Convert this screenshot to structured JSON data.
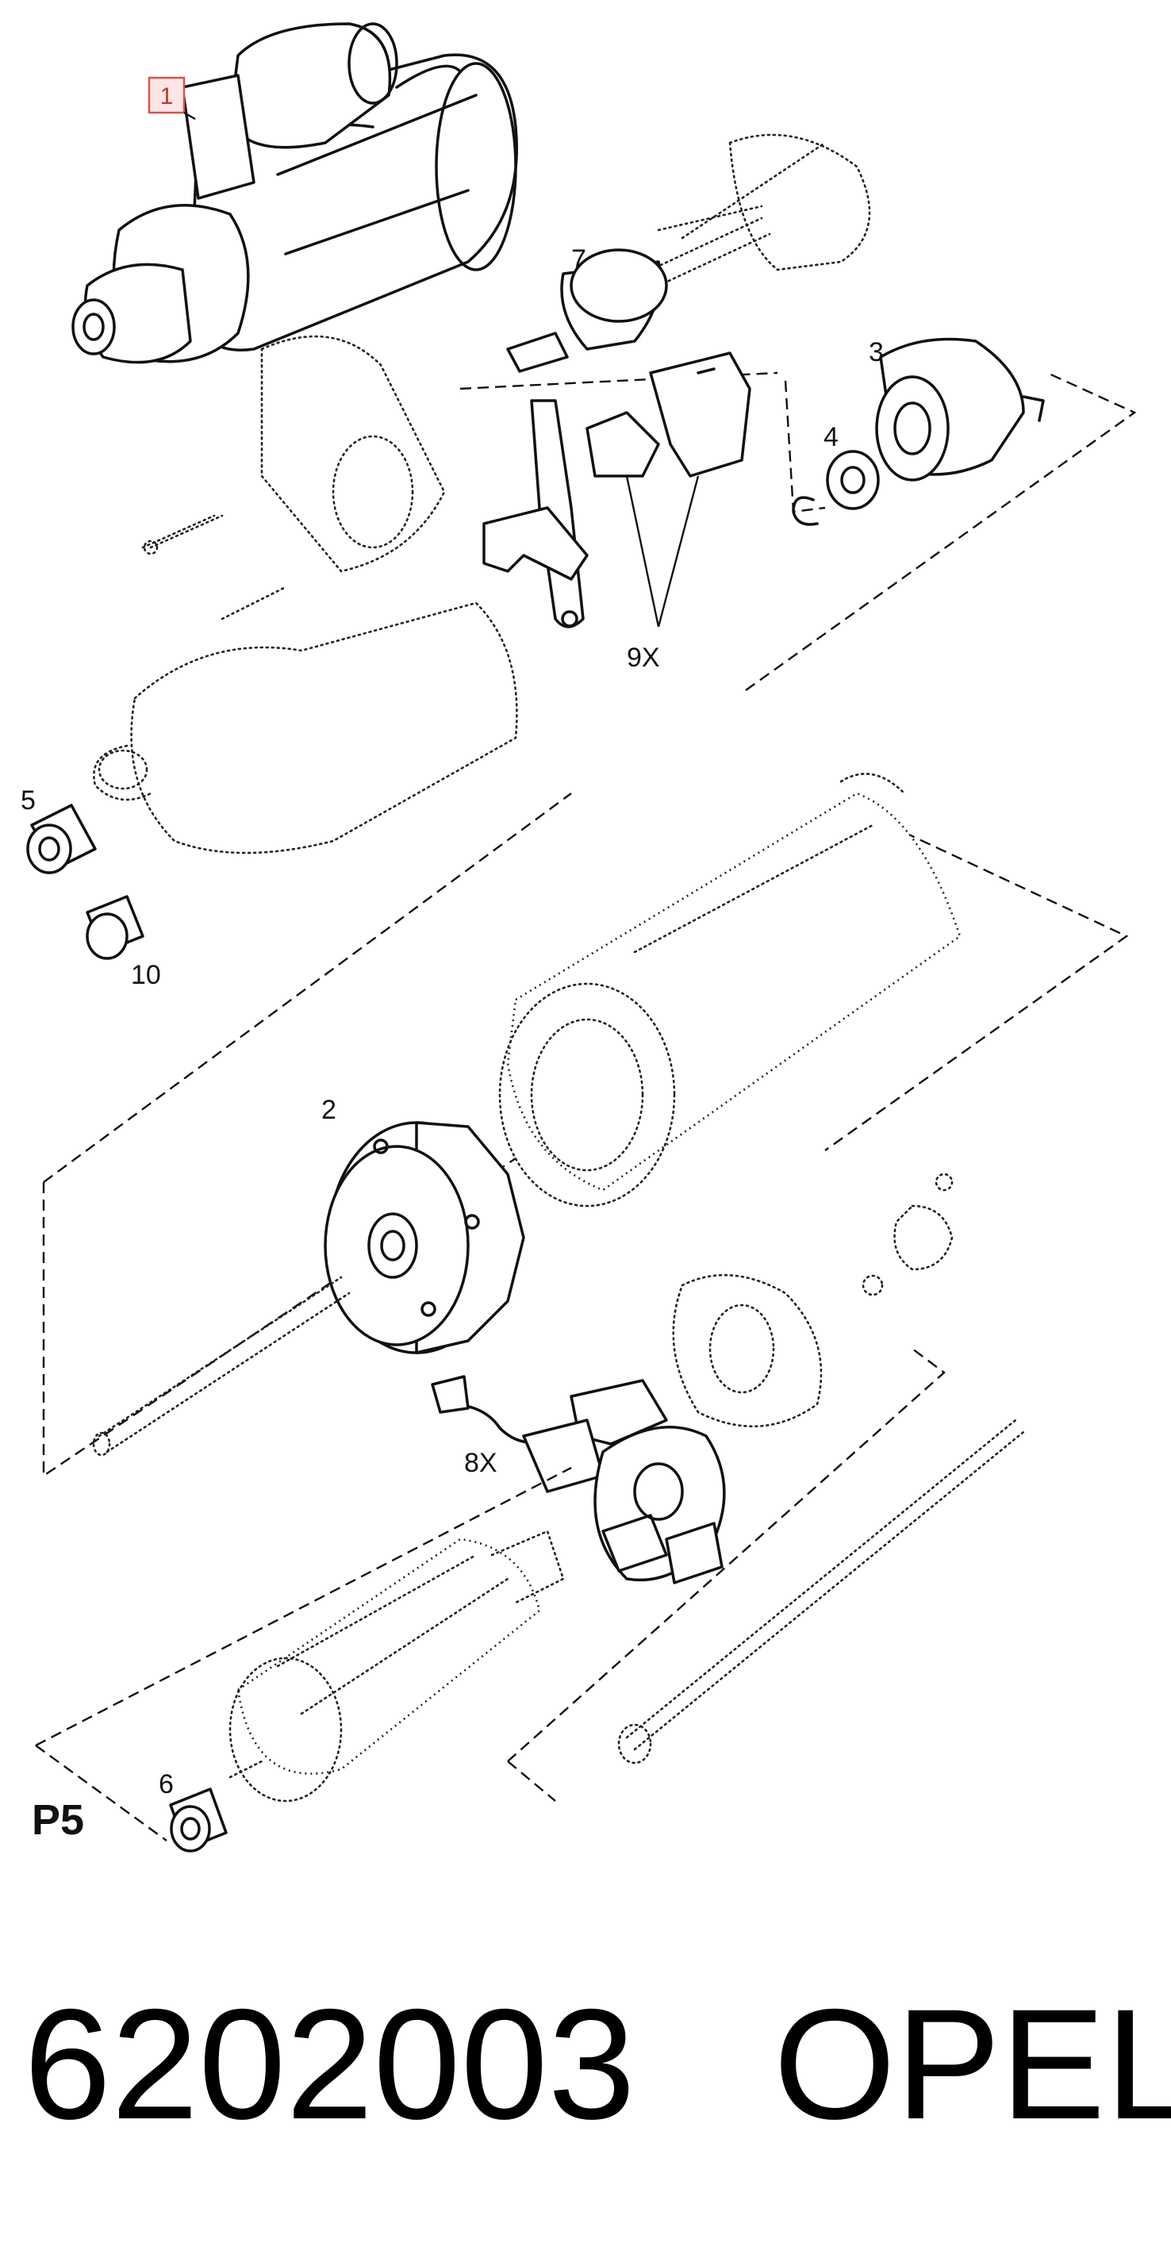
{
  "diagram": {
    "page_label": "P5",
    "callouts": {
      "c1": "1",
      "c2": "2",
      "c3": "3",
      "c4": "4",
      "c5": "5",
      "c6": "6",
      "c7": "7",
      "c8x": "8X",
      "c9x": "9X",
      "c10": "10"
    }
  },
  "footer": {
    "part_number": "6202003",
    "brand": "OPEL"
  },
  "colors": {
    "highlight_fill": "#fde6e6",
    "highlight_stroke": "#d9534f",
    "line": "#111111"
  }
}
